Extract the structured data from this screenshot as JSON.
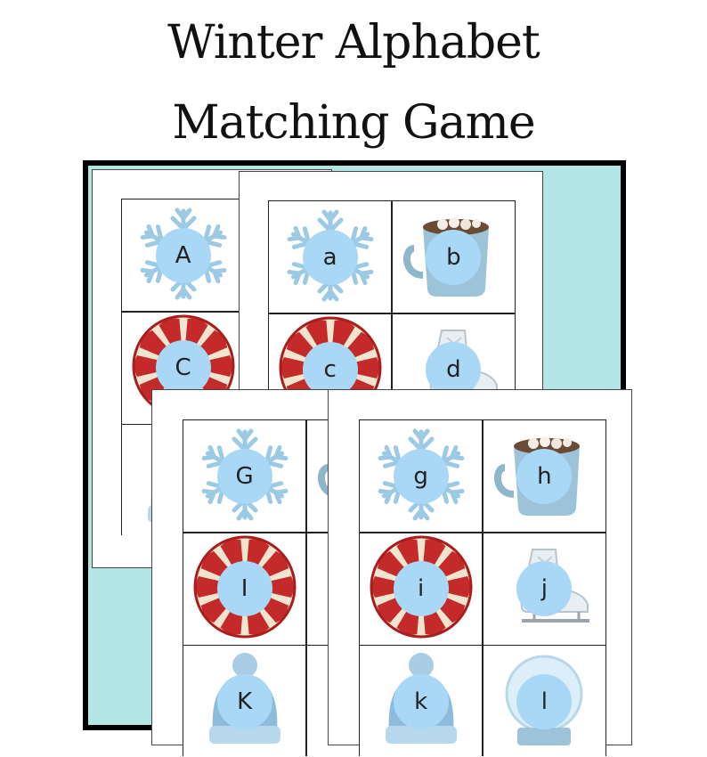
{
  "title": {
    "line1": "Winter Alphabet",
    "line2": "Matching Game"
  },
  "colors": {
    "frame_bg": "#b2e6e4",
    "letter_circle": "#a9d8f7"
  },
  "sheets": [
    {
      "cards": [
        {
          "letter": "A",
          "icon": "snowflake-icon"
        },
        {
          "letter": "",
          "icon": "mug-icon"
        },
        {
          "letter": "C",
          "icon": "candy-icon"
        },
        {
          "letter": "",
          "icon": "skate-icon"
        },
        {
          "letter": "",
          "icon": "hat-icon"
        },
        {
          "letter": "",
          "icon": "snowglobe-icon"
        }
      ]
    },
    {
      "cards": [
        {
          "letter": "a",
          "icon": "snowflake-icon"
        },
        {
          "letter": "b",
          "icon": "mug-icon"
        },
        {
          "letter": "c",
          "icon": "candy-icon"
        },
        {
          "letter": "d",
          "icon": "skate-icon"
        }
      ]
    },
    {
      "cards": [
        {
          "letter": "G",
          "icon": "snowflake-icon"
        },
        {
          "letter": "",
          "icon": "mug-icon"
        },
        {
          "letter": "I",
          "icon": "candy-icon"
        },
        {
          "letter": "",
          "icon": "skate-icon"
        },
        {
          "letter": "K",
          "icon": "hat-icon"
        },
        {
          "letter": "",
          "icon": "snowglobe-icon"
        }
      ]
    },
    {
      "cards": [
        {
          "letter": "g",
          "icon": "snowflake-icon"
        },
        {
          "letter": "h",
          "icon": "mug-icon"
        },
        {
          "letter": "i",
          "icon": "candy-icon"
        },
        {
          "letter": "j",
          "icon": "skate-icon"
        },
        {
          "letter": "k",
          "icon": "hat-icon"
        },
        {
          "letter": "l",
          "icon": "snowglobe-icon"
        }
      ]
    }
  ]
}
